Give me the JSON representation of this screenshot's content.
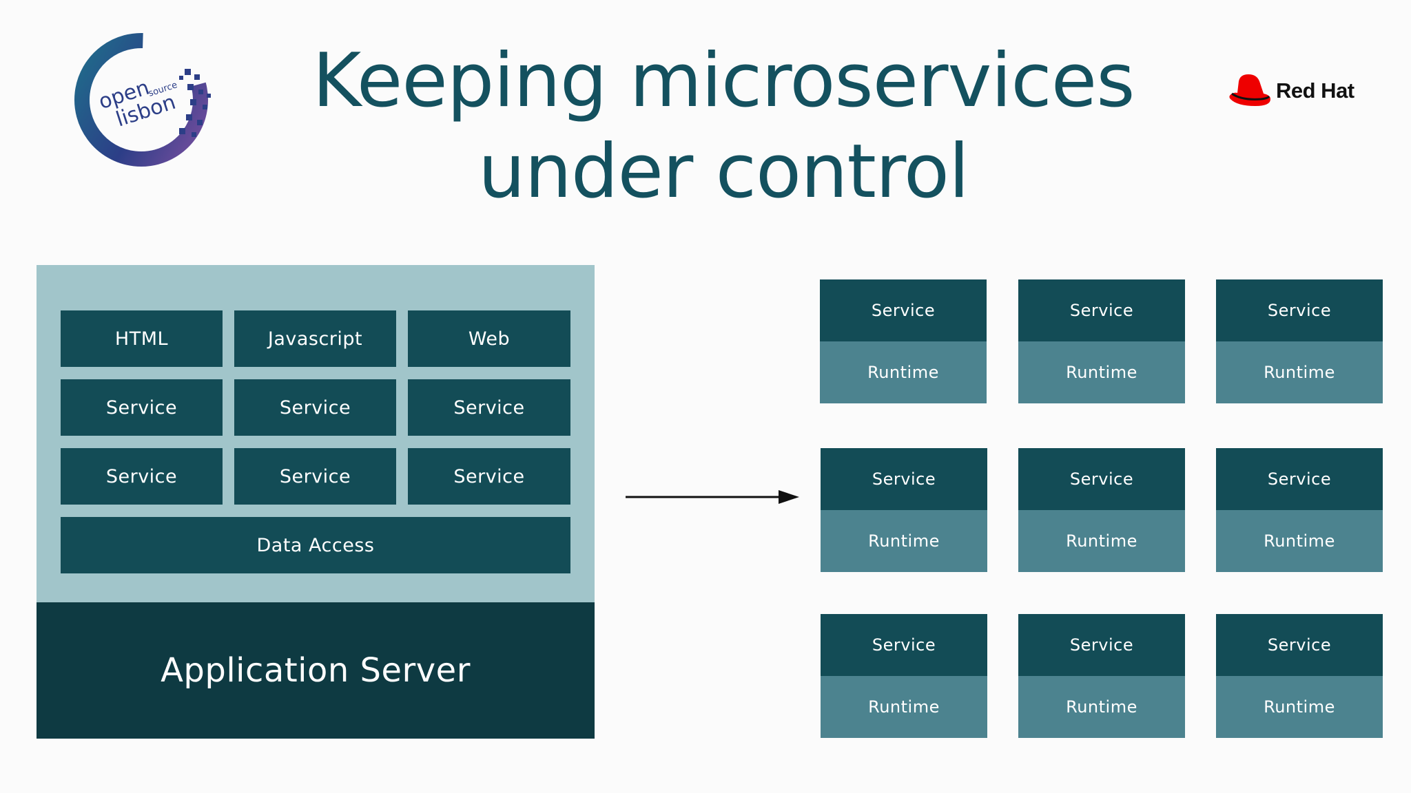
{
  "title": {
    "line1": "Keeping microservices",
    "line2": "under control"
  },
  "logos": {
    "event_left": {
      "word1": "open",
      "word2": "source",
      "word3": "lisbon"
    },
    "sponsor_right": {
      "name": "Red Hat"
    }
  },
  "monolith": {
    "rows": [
      [
        "HTML",
        "Javascript",
        "Web"
      ],
      [
        "Service",
        "Service",
        "Service"
      ],
      [
        "Service",
        "Service",
        "Service"
      ]
    ],
    "data_access": "Data Access",
    "server": "Application Server"
  },
  "microservices": [
    {
      "service": "Service",
      "runtime": "Runtime"
    },
    {
      "service": "Service",
      "runtime": "Runtime"
    },
    {
      "service": "Service",
      "runtime": "Runtime"
    },
    {
      "service": "Service",
      "runtime": "Runtime"
    },
    {
      "service": "Service",
      "runtime": "Runtime"
    },
    {
      "service": "Service",
      "runtime": "Runtime"
    },
    {
      "service": "Service",
      "runtime": "Runtime"
    },
    {
      "service": "Service",
      "runtime": "Runtime"
    },
    {
      "service": "Service",
      "runtime": "Runtime"
    }
  ],
  "colors": {
    "title": "#14515f",
    "box_dark": "#134c56",
    "box_light": "#4c838f",
    "monolith_bg": "#a1c5ca",
    "server_bg": "#0e3a42",
    "redhat_red": "#ee0000"
  }
}
